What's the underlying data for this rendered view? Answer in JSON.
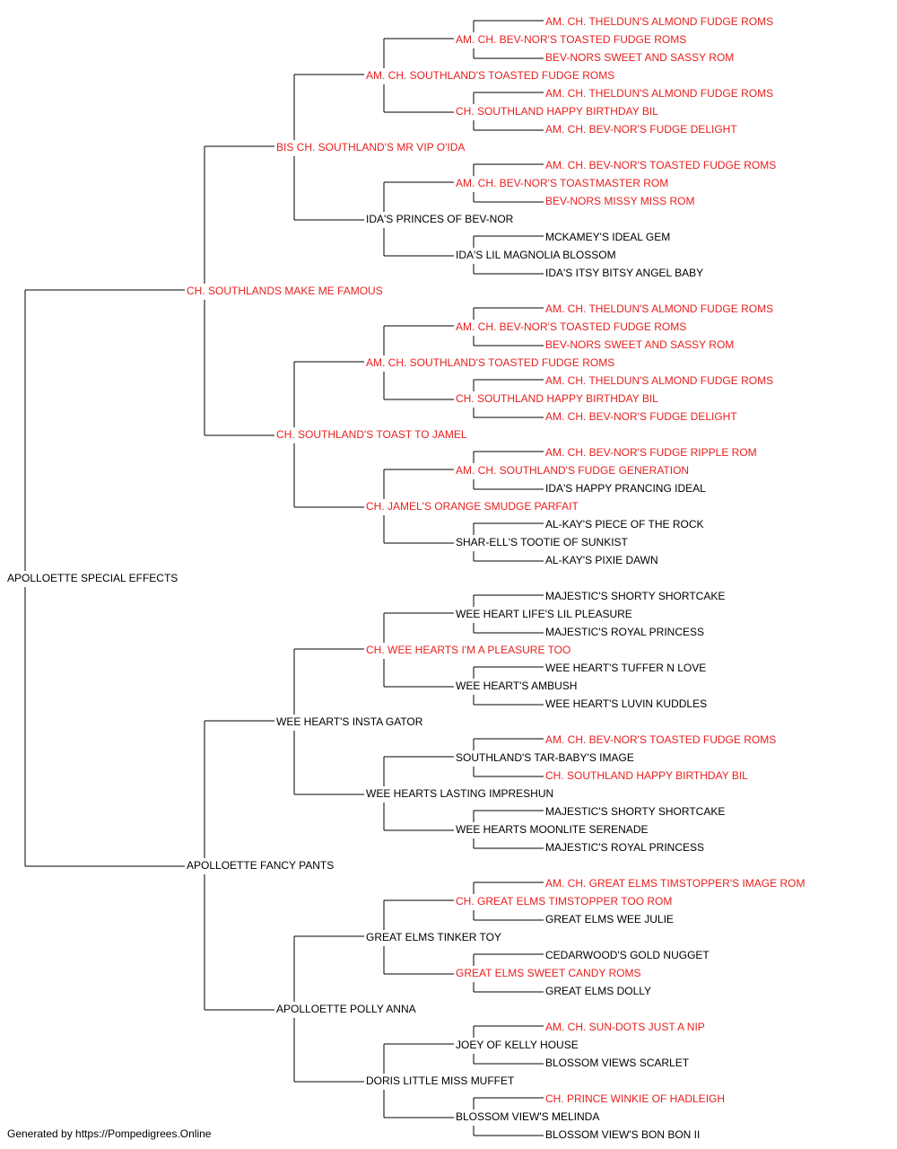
{
  "colors": {
    "champion": "#e8201f",
    "regular": "#000000",
    "line": "#000000"
  },
  "footer": "Generated by https://Pompedigrees.Online",
  "pedigree": {
    "name": "APOLLOETTE SPECIAL EFFECTS",
    "ch": false,
    "sire": {
      "name": "CH. SOUTHLANDS MAKE ME FAMOUS",
      "ch": true,
      "sire": {
        "name": "BIS CH. SOUTHLAND'S MR VIP O'IDA",
        "ch": true,
        "sire": {
          "name": "AM. CH. SOUTHLAND'S TOASTED FUDGE ROMS",
          "ch": true,
          "sire": {
            "name": "AM. CH. BEV-NOR'S TOASTED FUDGE ROMS",
            "ch": true,
            "sire": {
              "name": "AM. CH. THELDUN'S ALMOND FUDGE ROMS",
              "ch": true
            },
            "dam": {
              "name": "BEV-NORS SWEET AND SASSY ROM",
              "ch": true
            }
          },
          "dam": {
            "name": "CH. SOUTHLAND HAPPY BIRTHDAY BIL",
            "ch": true,
            "sire": {
              "name": "AM. CH. THELDUN'S ALMOND FUDGE ROMS",
              "ch": true
            },
            "dam": {
              "name": "AM. CH. BEV-NOR'S FUDGE DELIGHT",
              "ch": true
            }
          }
        },
        "dam": {
          "name": "IDA'S PRINCES OF BEV-NOR",
          "ch": false,
          "sire": {
            "name": "AM. CH. BEV-NOR'S TOASTMASTER ROM",
            "ch": true,
            "sire": {
              "name": "AM. CH. BEV-NOR'S TOASTED FUDGE ROMS",
              "ch": true
            },
            "dam": {
              "name": "BEV-NORS MISSY MISS ROM",
              "ch": true
            }
          },
          "dam": {
            "name": "IDA'S LIL MAGNOLIA BLOSSOM",
            "ch": false,
            "sire": {
              "name": "MCKAMEY'S IDEAL GEM",
              "ch": false
            },
            "dam": {
              "name": "IDA'S ITSY BITSY ANGEL BABY",
              "ch": false
            }
          }
        }
      },
      "dam": {
        "name": "CH. SOUTHLAND'S TOAST TO JAMEL",
        "ch": true,
        "sire": {
          "name": "AM. CH. SOUTHLAND'S TOASTED FUDGE ROMS",
          "ch": true,
          "sire": {
            "name": "AM. CH. BEV-NOR'S TOASTED FUDGE ROMS",
            "ch": true,
            "sire": {
              "name": "AM. CH. THELDUN'S ALMOND FUDGE ROMS",
              "ch": true
            },
            "dam": {
              "name": "BEV-NORS SWEET AND SASSY ROM",
              "ch": true
            }
          },
          "dam": {
            "name": "CH. SOUTHLAND HAPPY BIRTHDAY BIL",
            "ch": true,
            "sire": {
              "name": "AM. CH. THELDUN'S ALMOND FUDGE ROMS",
              "ch": true
            },
            "dam": {
              "name": "AM. CH. BEV-NOR'S FUDGE DELIGHT",
              "ch": true
            }
          }
        },
        "dam": {
          "name": "CH. JAMEL'S ORANGE SMUDGE PARFAIT",
          "ch": true,
          "sire": {
            "name": "AM. CH. SOUTHLAND'S FUDGE GENERATION",
            "ch": true,
            "sire": {
              "name": "AM. CH. BEV-NOR'S FUDGE RIPPLE ROM",
              "ch": true
            },
            "dam": {
              "name": "IDA'S HAPPY PRANCING IDEAL",
              "ch": false
            }
          },
          "dam": {
            "name": "SHAR-ELL'S TOOTIE OF SUNKIST",
            "ch": false,
            "sire": {
              "name": "AL-KAY'S PIECE OF THE ROCK",
              "ch": false
            },
            "dam": {
              "name": "AL-KAY'S PIXIE DAWN",
              "ch": false
            }
          }
        }
      }
    },
    "dam": {
      "name": "APOLLOETTE FANCY PANTS",
      "ch": false,
      "sire": {
        "name": "WEE HEART'S INSTA GATOR",
        "ch": false,
        "sire": {
          "name": "CH. WEE HEARTS I'M A PLEASURE TOO",
          "ch": true,
          "sire": {
            "name": "WEE HEART LIFE'S LIL PLEASURE",
            "ch": false,
            "sire": {
              "name": "MAJESTIC'S SHORTY SHORTCAKE",
              "ch": false
            },
            "dam": {
              "name": "MAJESTIC'S ROYAL PRINCESS",
              "ch": false
            }
          },
          "dam": {
            "name": "WEE HEART'S AMBUSH",
            "ch": false,
            "sire": {
              "name": "WEE HEART'S TUFFER N LOVE",
              "ch": false
            },
            "dam": {
              "name": "WEE HEART'S LUVIN KUDDLES",
              "ch": false
            }
          }
        },
        "dam": {
          "name": "WEE HEARTS LASTING IMPRESHUN",
          "ch": false,
          "sire": {
            "name": "SOUTHLAND'S TAR-BABY'S IMAGE",
            "ch": false,
            "sire": {
              "name": "AM. CH. BEV-NOR'S TOASTED FUDGE ROMS",
              "ch": true
            },
            "dam": {
              "name": "CH. SOUTHLAND HAPPY BIRTHDAY BIL",
              "ch": true
            }
          },
          "dam": {
            "name": "WEE HEARTS MOONLITE SERENADE",
            "ch": false,
            "sire": {
              "name": "MAJESTIC'S SHORTY SHORTCAKE",
              "ch": false
            },
            "dam": {
              "name": "MAJESTIC'S ROYAL PRINCESS",
              "ch": false
            }
          }
        }
      },
      "dam": {
        "name": "APOLLOETTE POLLY ANNA",
        "ch": false,
        "sire": {
          "name": "GREAT ELMS TINKER TOY",
          "ch": false,
          "sire": {
            "name": "CH. GREAT ELMS TIMSTOPPER TOO ROM",
            "ch": true,
            "sire": {
              "name": "AM. CH. GREAT ELMS TIMSTOPPER'S IMAGE ROM",
              "ch": true
            },
            "dam": {
              "name": "GREAT ELMS WEE JULIE",
              "ch": false
            }
          },
          "dam": {
            "name": "GREAT ELMS SWEET CANDY ROMS",
            "ch": true,
            "sire": {
              "name": "CEDARWOOD'S GOLD NUGGET",
              "ch": false
            },
            "dam": {
              "name": "GREAT ELMS DOLLY",
              "ch": false
            }
          }
        },
        "dam": {
          "name": "DORIS LITTLE MISS MUFFET",
          "ch": false,
          "sire": {
            "name": "JOEY OF KELLY HOUSE",
            "ch": false,
            "sire": {
              "name": "AM. CH. SUN-DOTS JUST A NIP",
              "ch": true
            },
            "dam": {
              "name": "BLOSSOM VIEWS SCARLET",
              "ch": false
            }
          },
          "dam": {
            "name": "BLOSSOM VIEW'S MELINDA",
            "ch": false,
            "sire": {
              "name": "CH. PRINCE WINKIE OF HADLEIGH",
              "ch": true
            },
            "dam": {
              "name": "BLOSSOM VIEW'S BON BON II",
              "ch": false
            }
          }
        }
      }
    }
  }
}
